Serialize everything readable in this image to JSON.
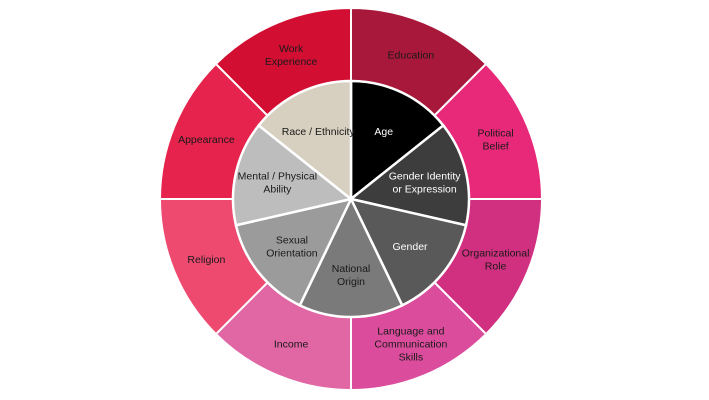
{
  "diagram": {
    "outer_ring": [
      {
        "label": [
          "Education"
        ],
        "color": "#a8183a"
      },
      {
        "label": [
          "Political",
          "Belief"
        ],
        "color": "#e82878"
      },
      {
        "label": [
          "Organizational",
          "Role"
        ],
        "color": "#d0307f"
      },
      {
        "label": [
          "Language and",
          "Communication",
          "Skills"
        ],
        "color": "#dc4c9c"
      },
      {
        "label": [
          "Income"
        ],
        "color": "#e066a4"
      },
      {
        "label": [
          "Religion"
        ],
        "color": "#ee4a70"
      },
      {
        "label": [
          "Appearance"
        ],
        "color": "#e6234c"
      },
      {
        "label": [
          "Work",
          "Experience"
        ],
        "color": "#d20f33"
      }
    ],
    "inner_ring": [
      {
        "label": [
          "Age"
        ],
        "color": "#000000",
        "text_color": "light"
      },
      {
        "label": [
          "Gender Identity",
          "or Expression"
        ],
        "color": "#3d3d3d",
        "text_color": "light"
      },
      {
        "label": [
          "Gender"
        ],
        "color": "#595959",
        "text_color": "light"
      },
      {
        "label": [
          "National",
          "Origin"
        ],
        "color": "#7a7a7a",
        "text_color": "dark"
      },
      {
        "label": [
          "Sexual",
          "Orientation"
        ],
        "color": "#9b9b9b",
        "text_color": "dark"
      },
      {
        "label": [
          "Mental / Physical",
          "Ability"
        ],
        "color": "#bdbdbd",
        "text_color": "dark"
      },
      {
        "label": [
          "Race / Ethnicity"
        ],
        "color": "#d7d0c0",
        "text_color": "dark"
      }
    ]
  }
}
